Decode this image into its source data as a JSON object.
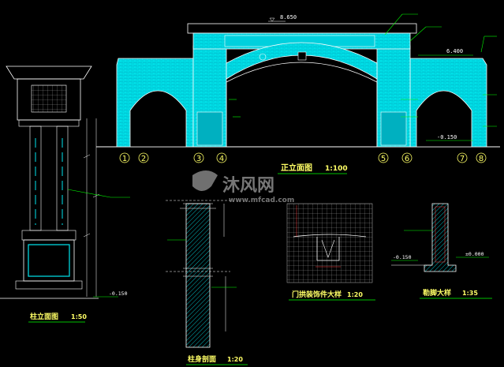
{
  "titles": {
    "elevation": "正立面图",
    "elevation_scale": "1:100",
    "column_elevation": "柱立面图",
    "column_elevation_scale": "1:50",
    "column_section": "柱身剖面",
    "column_section_scale": "1:20",
    "arch_detail": "门拱装饰件大样",
    "arch_detail_scale": "1:20",
    "wall_detail": "勒脚大样",
    "wall_detail_scale": "1:35"
  },
  "levels": {
    "top": "8.650",
    "right": "6.400",
    "ground": "-0.150",
    "ground_col": "-0.150",
    "ground_wall": "-0.150",
    "wall_zero": "±0.000"
  },
  "axes": [
    "1",
    "2",
    "3",
    "4",
    "5",
    "6",
    "7",
    "8"
  ],
  "watermark": {
    "brand": "沐风网",
    "url": "www.mfcad.com"
  },
  "colors": {
    "background": "#000000",
    "structure": "#00e5ee",
    "lines": "#ffffff",
    "labels": "#ffff66",
    "leaders": "#00ff00",
    "axis_circles": "#ffff66",
    "dim_lines": "#ff4040"
  }
}
